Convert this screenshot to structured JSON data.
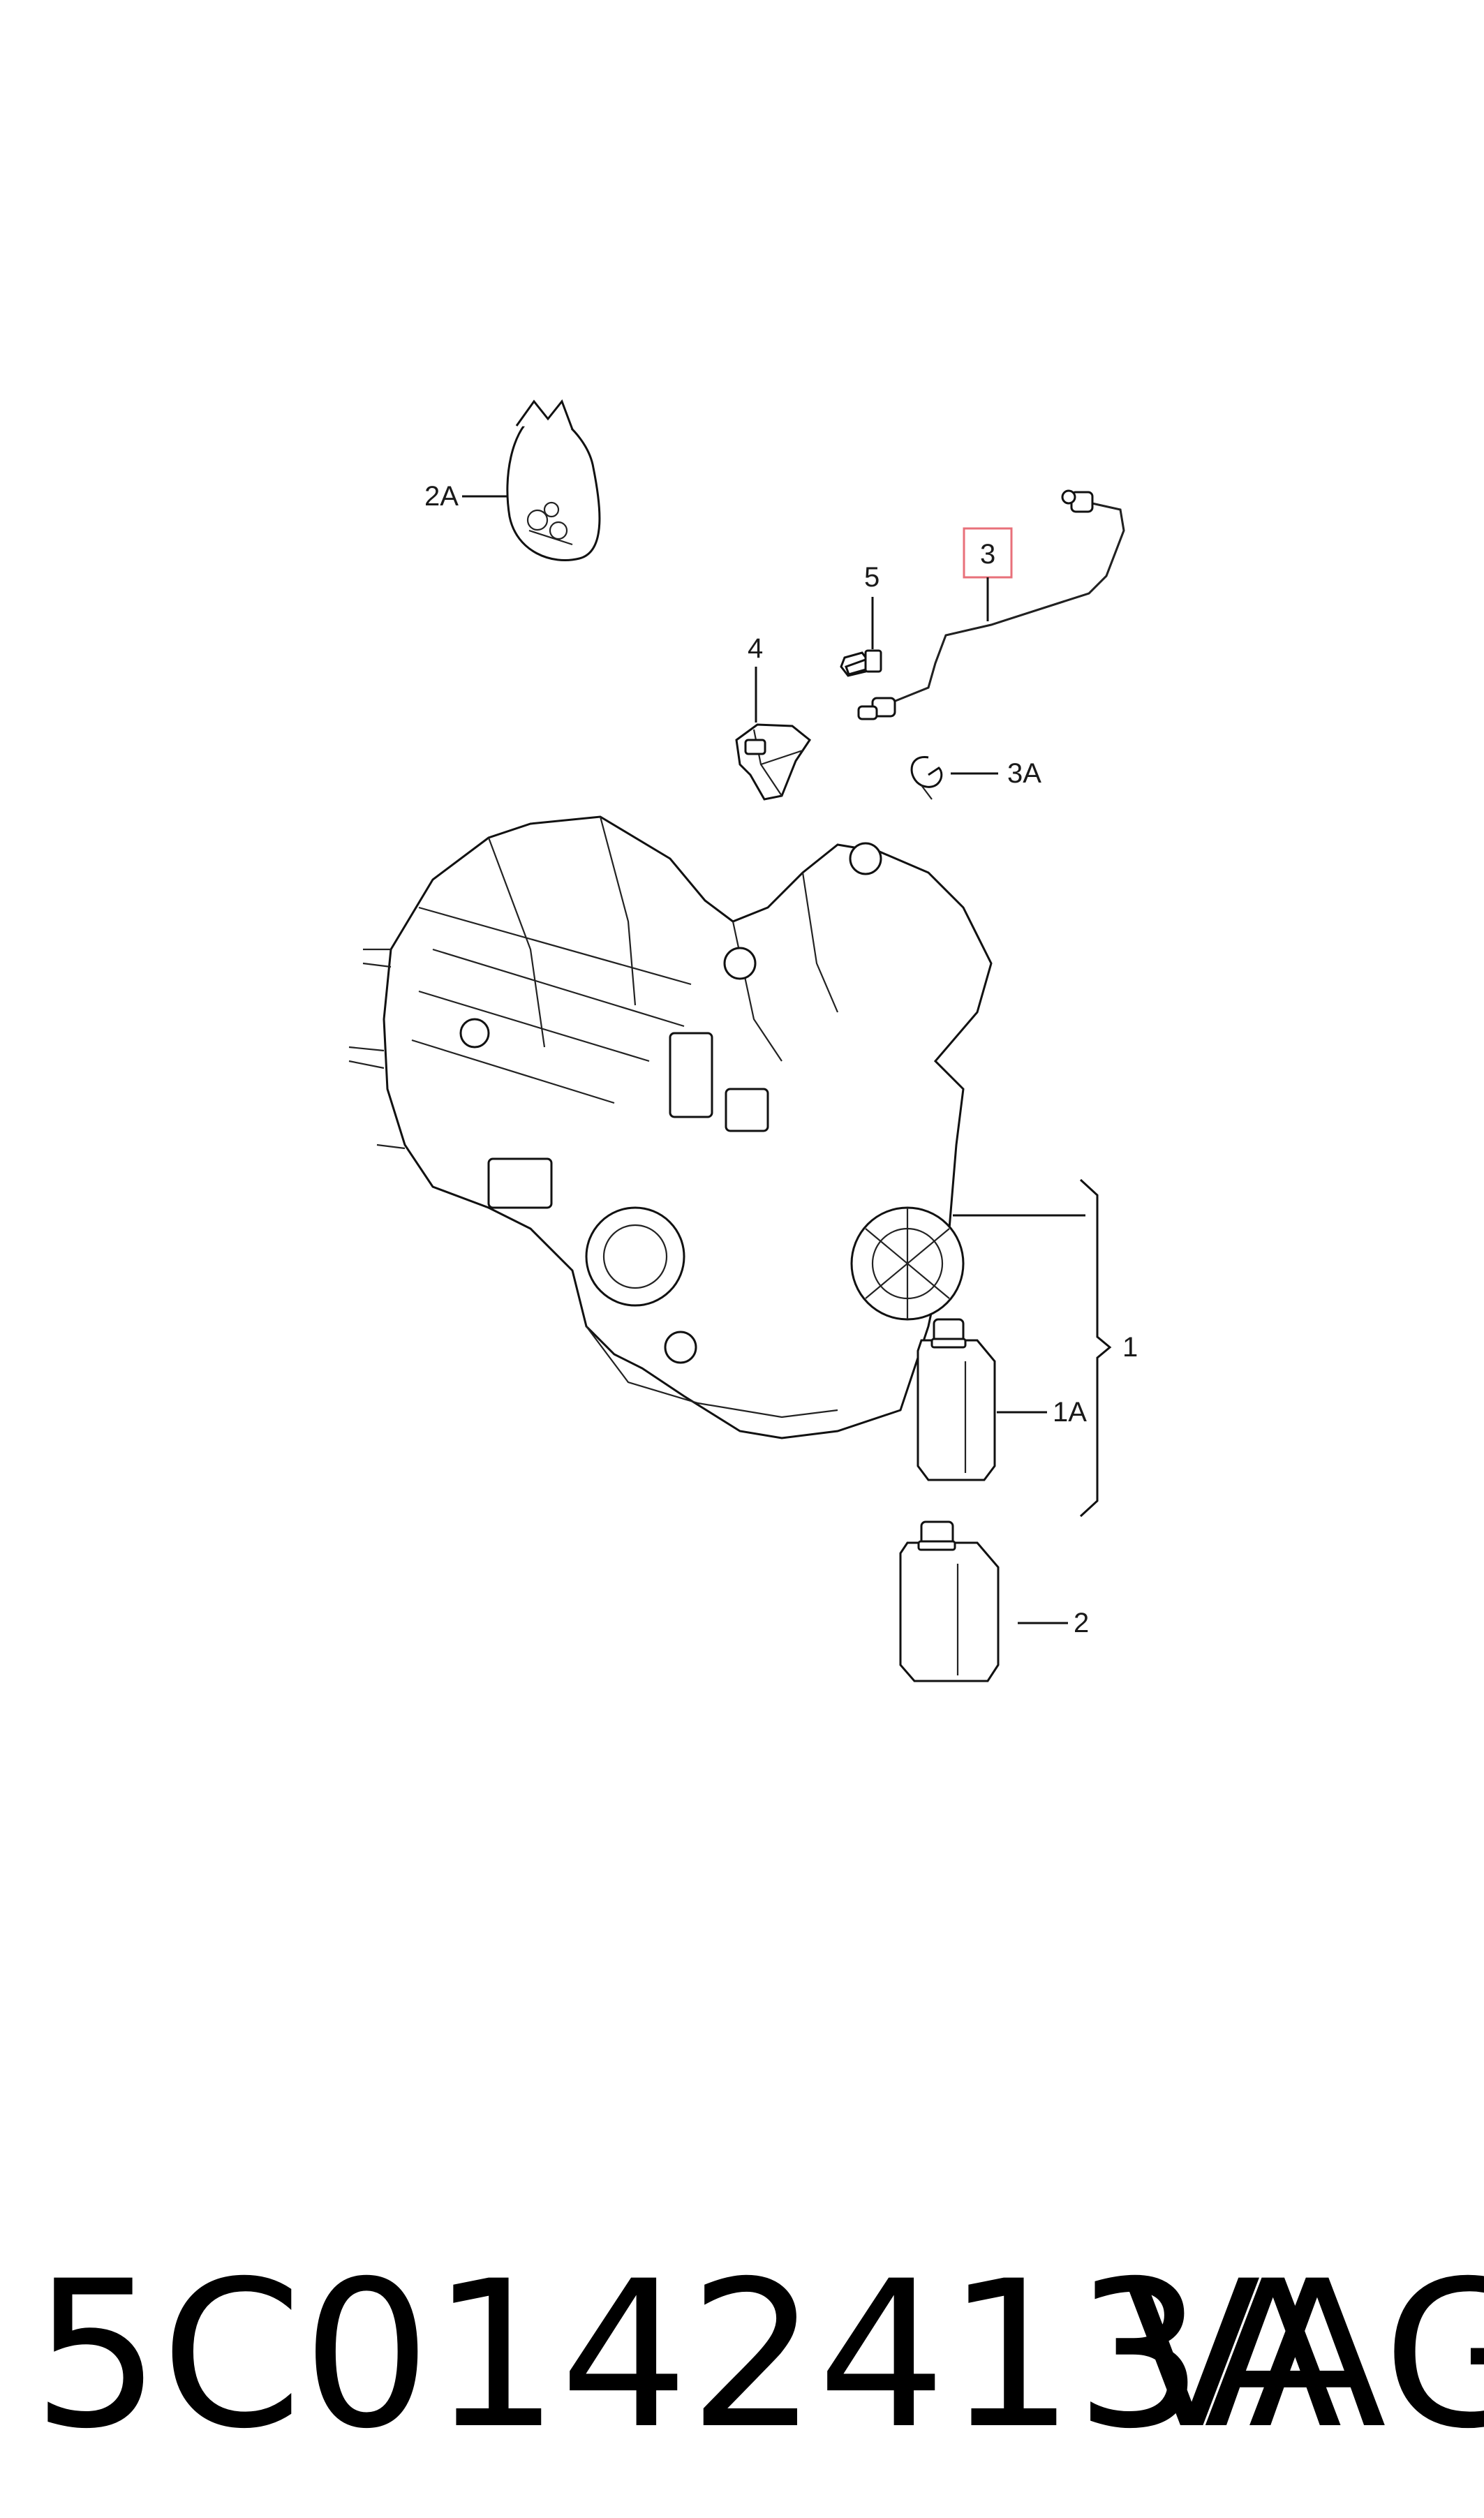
{
  "callouts": {
    "c1": "1",
    "c1a": "1A",
    "c2": "2",
    "c2a": "2A",
    "c3": "3",
    "c3a": "3A",
    "c4": "4",
    "c5": "5"
  },
  "highlight_color": "#e8707a",
  "footer": {
    "part_number": "5C0142413A",
    "brand": "VAG"
  }
}
